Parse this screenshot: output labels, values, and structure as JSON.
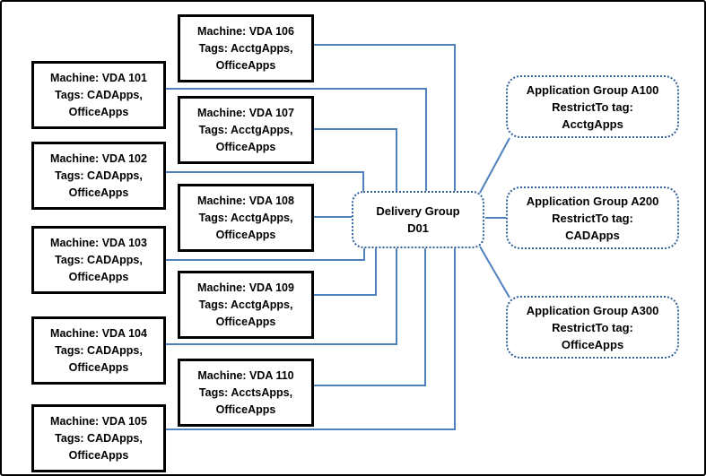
{
  "machines": [
    {
      "line1": "Machine: VDA 101",
      "line2": "Tags: CADApps,",
      "line3": "OfficeApps"
    },
    {
      "line1": "Machine: VDA 102",
      "line2": "Tags: CADApps,",
      "line3": "OfficeApps"
    },
    {
      "line1": "Machine: VDA 103",
      "line2": "Tags: CADApps,",
      "line3": "OfficeApps"
    },
    {
      "line1": "Machine: VDA 104",
      "line2": "Tags: CADApps,",
      "line3": "OfficeApps"
    },
    {
      "line1": "Machine: VDA 105",
      "line2": "Tags: CADApps,",
      "line3": "OfficeApps"
    },
    {
      "line1": "Machine: VDA 106",
      "line2": "Tags: AcctgApps,",
      "line3": "OfficeApps"
    },
    {
      "line1": "Machine: VDA 107",
      "line2": "Tags: AcctgApps,",
      "line3": "OfficeApps"
    },
    {
      "line1": "Machine: VDA 108",
      "line2": "Tags: AcctgApps,",
      "line3": "OfficeApps"
    },
    {
      "line1": "Machine: VDA 109",
      "line2": "Tags: AcctgApps,",
      "line3": "OfficeApps"
    },
    {
      "line1": "Machine: VDA 110",
      "line2": "Tags: AcctsApps,",
      "line3": "OfficeApps"
    }
  ],
  "delivery_group": {
    "line1": "Delivery Group",
    "line2": "D01"
  },
  "application_groups": [
    {
      "line1": "Application Group A100",
      "line2": "RestrictTo tag:",
      "line3": "AcctgApps"
    },
    {
      "line1": "Application Group A200",
      "line2": "RestrictTo tag:",
      "line3": "CADApps"
    },
    {
      "line1": "Application Group A300",
      "line2": "RestrictTo tag:",
      "line3": "OfficeApps"
    }
  ],
  "colors": {
    "connector": "#4f81bd",
    "dotted_border": "#31609b",
    "machine_border": "#000000",
    "background": "#ffffff"
  }
}
